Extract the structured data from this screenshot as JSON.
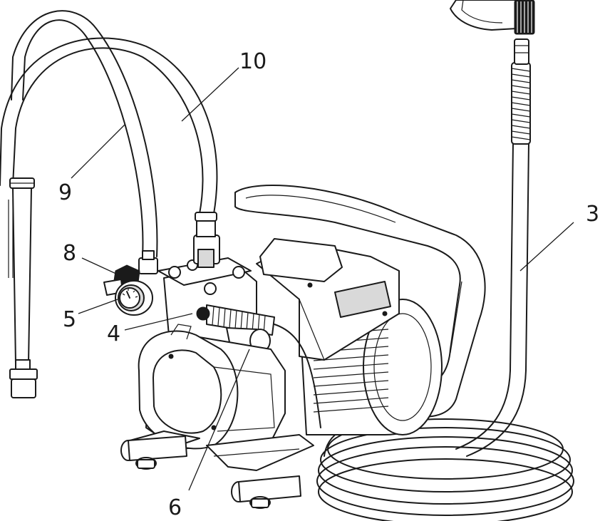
{
  "callouts": [
    {
      "id": "c3",
      "label": "3"
    },
    {
      "id": "c4",
      "label": "4"
    },
    {
      "id": "c5",
      "label": "5"
    },
    {
      "id": "c6",
      "label": "6"
    },
    {
      "id": "c8",
      "label": "8"
    },
    {
      "id": "c9",
      "label": "9"
    },
    {
      "id": "c10",
      "label": "10"
    }
  ],
  "colors": {
    "line": "#1a1a1a",
    "background": "#ffffff",
    "shade": "#d9d9d9"
  }
}
